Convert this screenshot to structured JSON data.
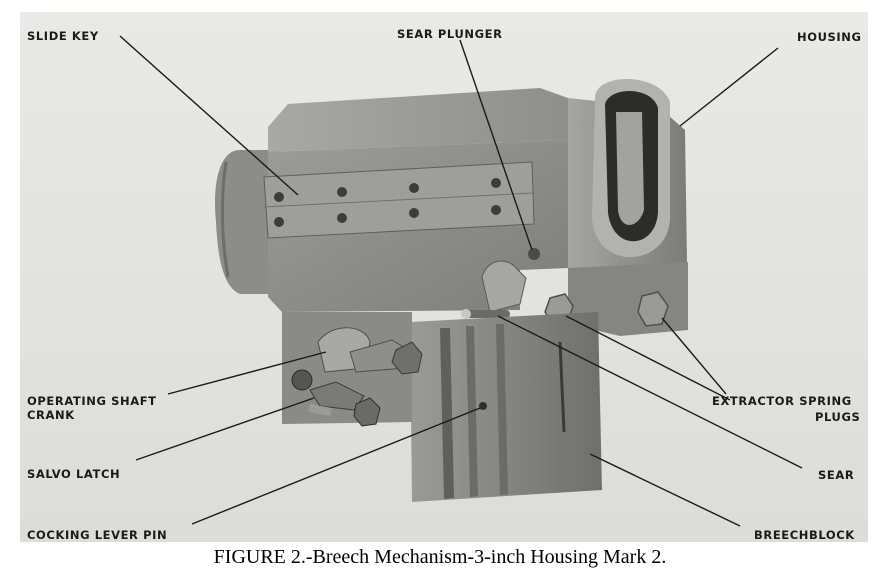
{
  "labels": {
    "slide_key": "SLIDE KEY",
    "sear_plunger": "SEAR PLUNGER",
    "housing": "HOUSING",
    "operating_shaft_crank_1": "OPERATING SHAFT",
    "operating_shaft_crank_2": "CRANK",
    "extractor_spring_plugs_1": "EXTRACTOR SPRING",
    "extractor_spring_plugs_2": "PLUGS",
    "salvo_latch": "SALVO LATCH",
    "sear": "SEAR",
    "cocking_lever_pin": "COCKING LEVER PIN",
    "breechblock": "BREECHBLOCK"
  },
  "caption": "FIGURE 2.-Breech Mechanism-3-inch Housing Mark 2."
}
